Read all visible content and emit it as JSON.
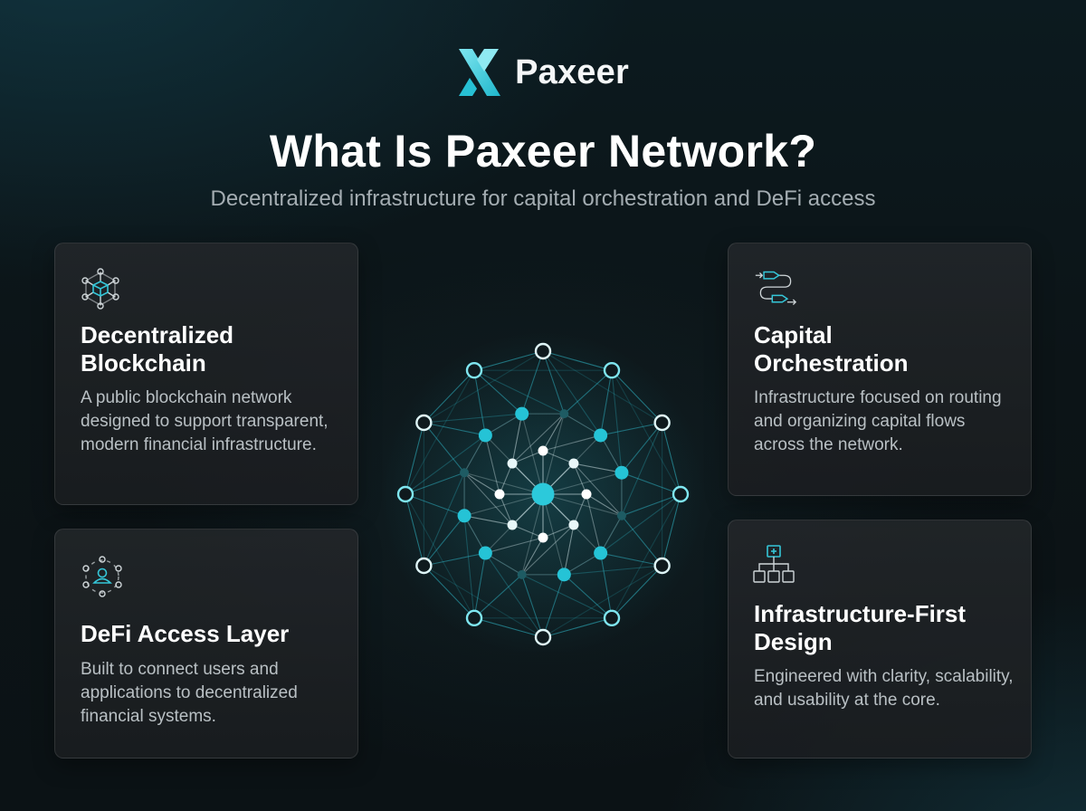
{
  "brand": {
    "name": "Paxeer",
    "logo_icon": "paxeer-x-logo"
  },
  "header": {
    "title": "What Is Paxeer Network?",
    "subtitle": "Decentralized infrastructure for capital orchestration and DeFi access"
  },
  "colors": {
    "accent": "#22c3d6",
    "accent_light": "#7fe6f0",
    "card_bg": "#1f2326",
    "text_muted": "#b9c0c4"
  },
  "cards": [
    {
      "icon": "cube-network-icon",
      "title": "Decentralized Blockchain",
      "title_lines": [
        "Decentralized",
        "Blockchain"
      ],
      "description": "A public blockchain network designed to support transparent, modern financial infrastructure."
    },
    {
      "icon": "user-network-icon",
      "title": "DeFi Access Layer",
      "title_lines": [
        "DeFi Access Layer"
      ],
      "description": "Built to connect users and applications to decentralized financial systems."
    },
    {
      "icon": "flow-routing-icon",
      "title": "Capital Orchestration",
      "title_lines": [
        "Capital",
        "Orchestration"
      ],
      "description": "Infrastructure focused on routing and organizing capital flows across the network."
    },
    {
      "icon": "hierarchy-icon",
      "title": "Infrastructure-First Design",
      "title_lines": [
        "Infrastructure-First",
        "Design"
      ],
      "description": "Engineered with clarity, scalability, and usability at the core."
    }
  ],
  "illustration": {
    "icon": "network-graph-icon"
  }
}
